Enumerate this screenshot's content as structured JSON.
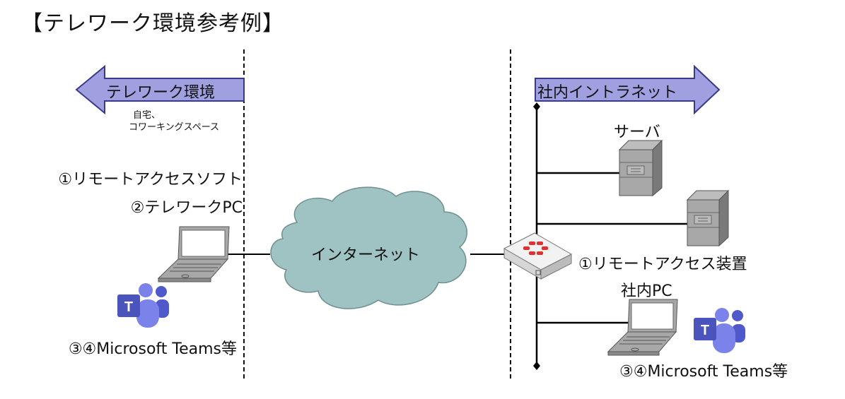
{
  "title": "【テレワーク環境参考例】",
  "left_zone": {
    "arrow_label": "テレワーク環境",
    "note_line1": "自宅、",
    "note_line2": "コワーキングスペース",
    "label_remote_software": "①リモートアクセスソフト",
    "label_telework_pc": "②テレワークPC",
    "label_teams": "③④Microsoft Teams等"
  },
  "center": {
    "cloud_label": "インターネット"
  },
  "right_zone": {
    "arrow_label": "社内イントラネット",
    "label_server": "サーバ",
    "label_remote_device": "①リモートアクセス装置",
    "label_office_pc": "社内PC",
    "label_teams": "③④Microsoft Teams等"
  },
  "colors": {
    "arrow_fill": "#a0a0e0",
    "arrow_stroke": "#3a3a8a",
    "cloud_fill": "#9fc3c3",
    "cloud_stroke": "#6f8f8f",
    "device_gray": "#a8a8a8",
    "teams_purple": "#5059c9",
    "fortinet_red": "#e03030"
  }
}
